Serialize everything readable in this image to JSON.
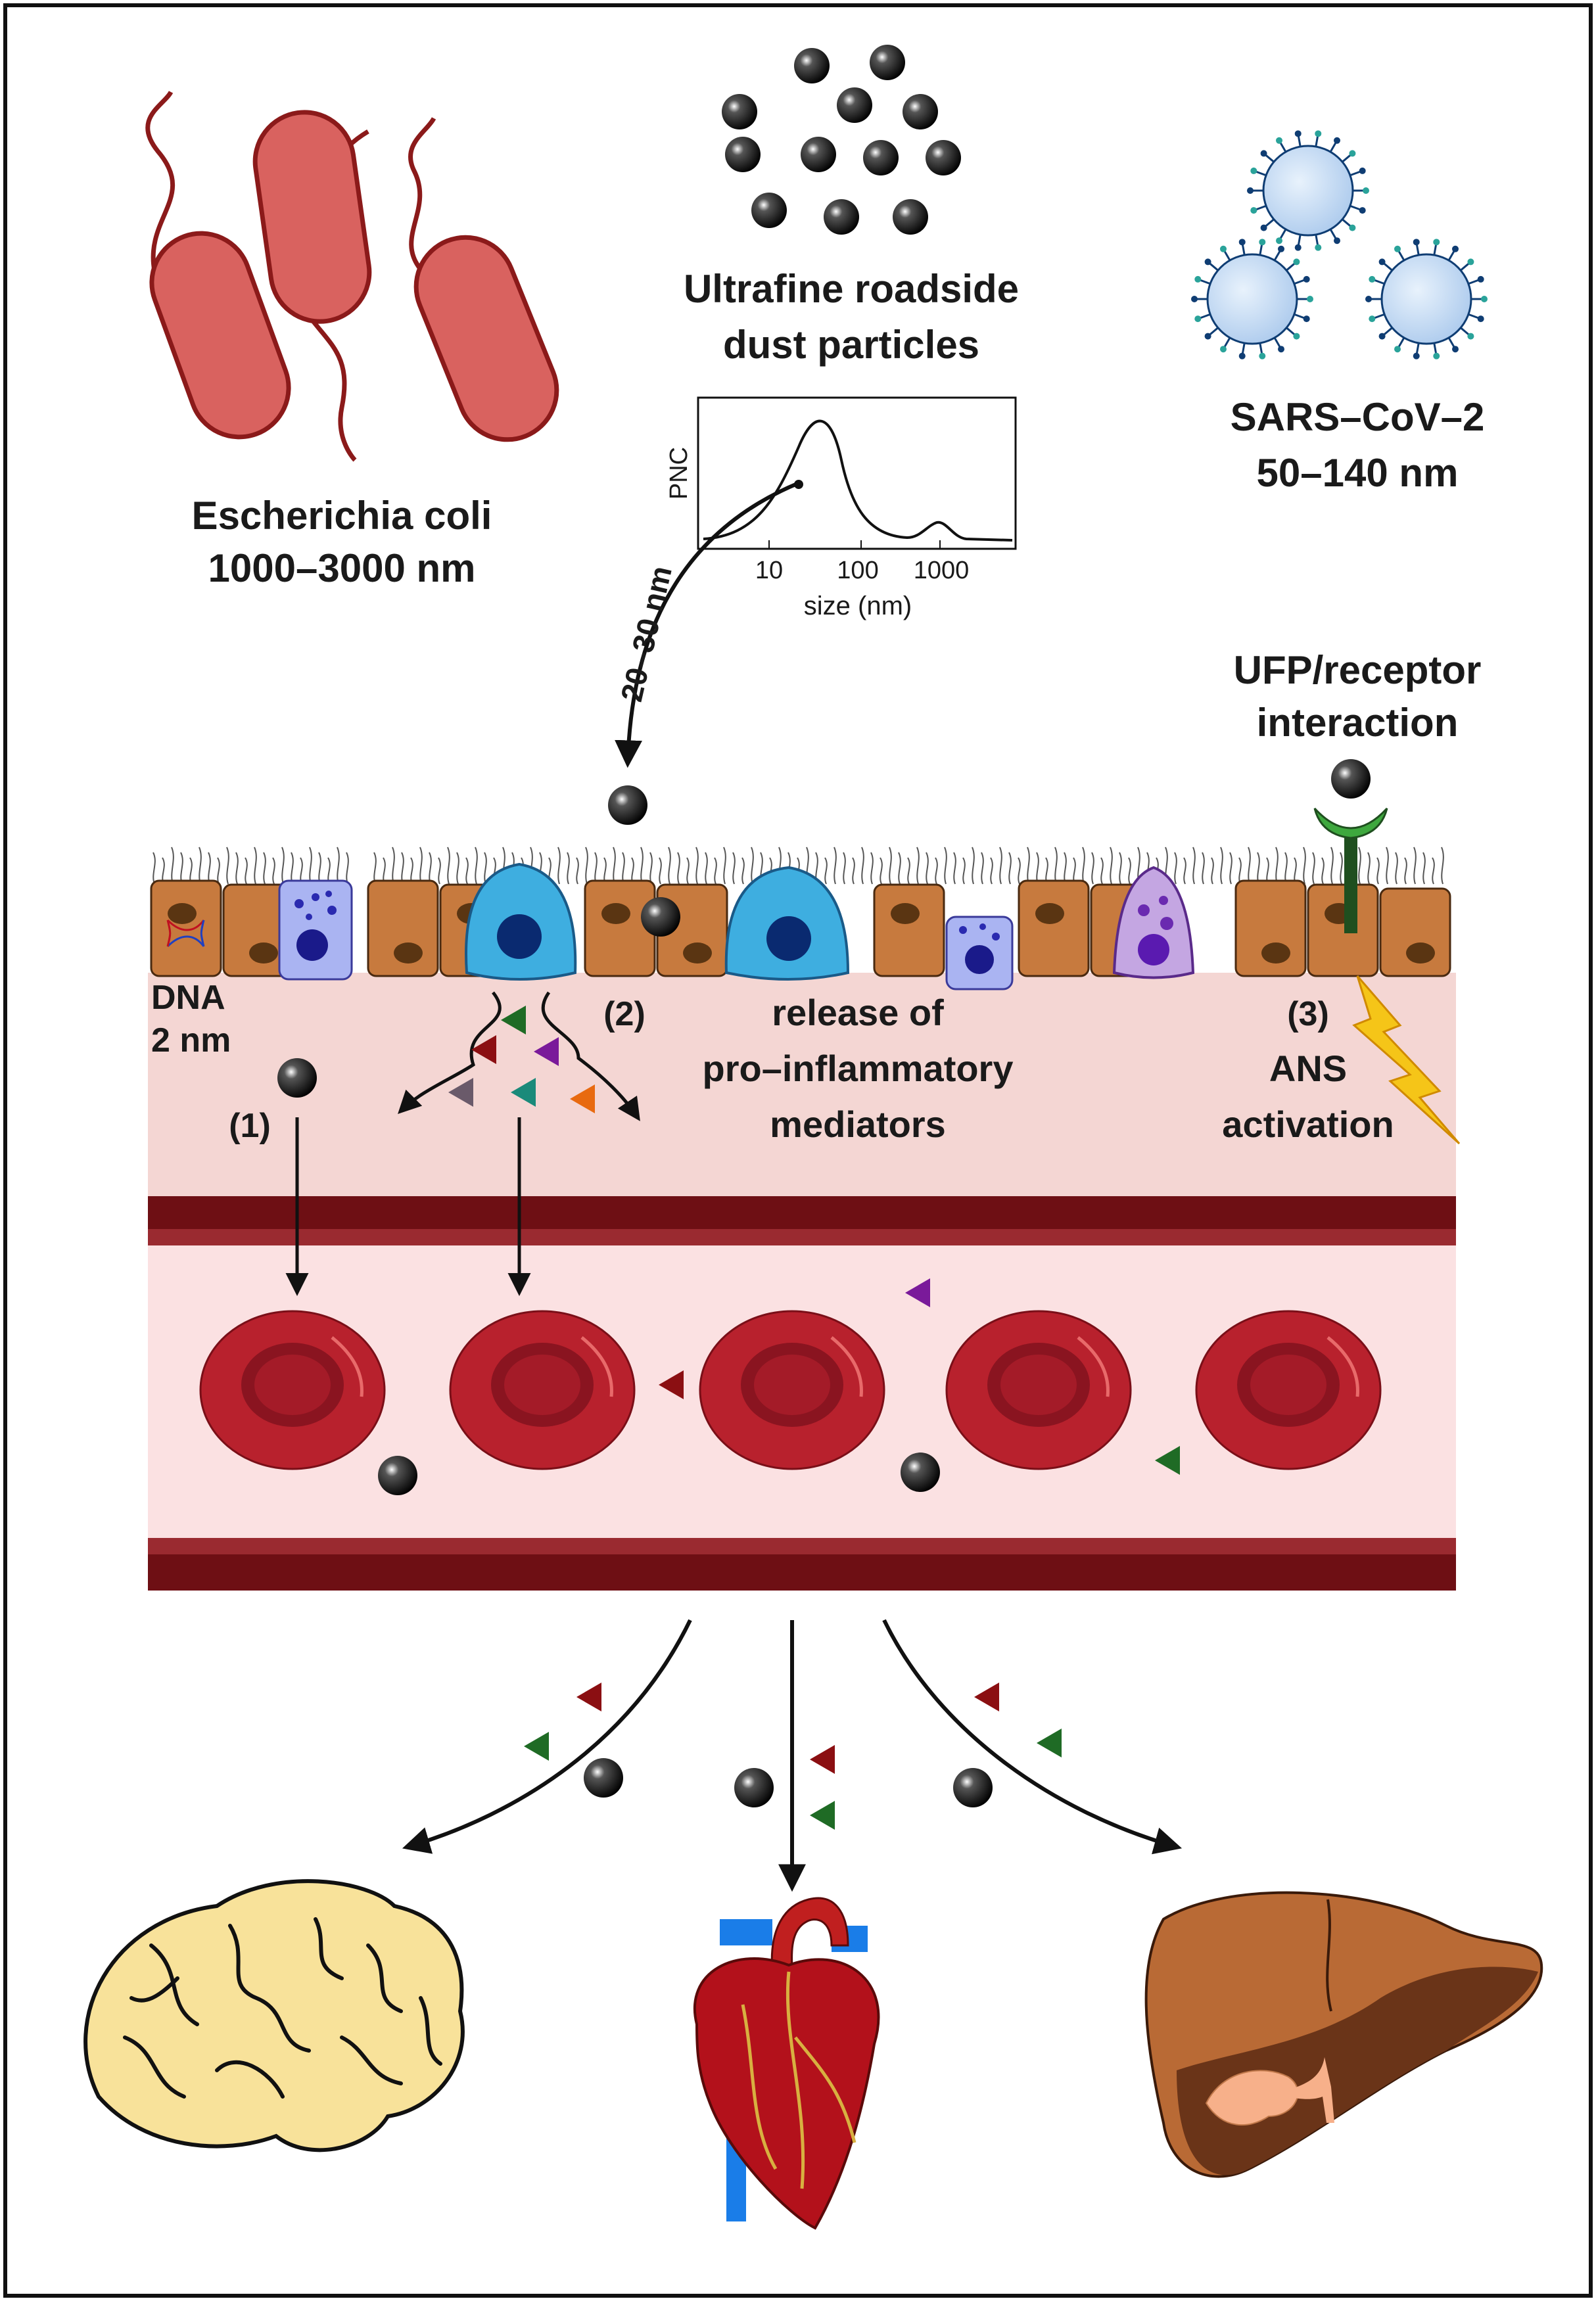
{
  "labels": {
    "ecoli_name": "Escherichia coli",
    "ecoli_size": "1000–3000 nm",
    "dust_line1": "Ultrafine roadside",
    "dust_line2": "dust particles",
    "sars_name": "SARS–CoV–2",
    "sars_size": "50–140 nm",
    "size_arrow": "20–30 nm",
    "ufp_line1": "UFP/receptor",
    "ufp_line2": "interaction",
    "dna_line1": "DNA",
    "dna_line2": "2 nm",
    "step1": "(1)",
    "step2": "(2)",
    "step3": "(3)",
    "release_line1": "release of",
    "release_line2": "pro–inflammatory",
    "release_line3": "mediators",
    "ans_line1": "ANS",
    "ans_line2": "activation"
  },
  "inset_plot": {
    "y_label": "PNC",
    "x_label": "size (nm)",
    "x_ticks": [
      "10",
      "100",
      "1000"
    ]
  },
  "colors": {
    "bacteria": "#d9625f",
    "bacteria_outline": "#8b1a1a",
    "virus": "#c8ddf5",
    "epithelial": "#c77a3e",
    "tissue": "#f4d6d3",
    "vessel_wall": "#6e0f14",
    "plasma": "#fbe1e2",
    "rbc": "#b8212d",
    "brain": "#f8e29a",
    "heart": "#b3111b",
    "liver": "#b96a35",
    "receptor": "#1f6b25",
    "lightning": "#f5c518"
  }
}
